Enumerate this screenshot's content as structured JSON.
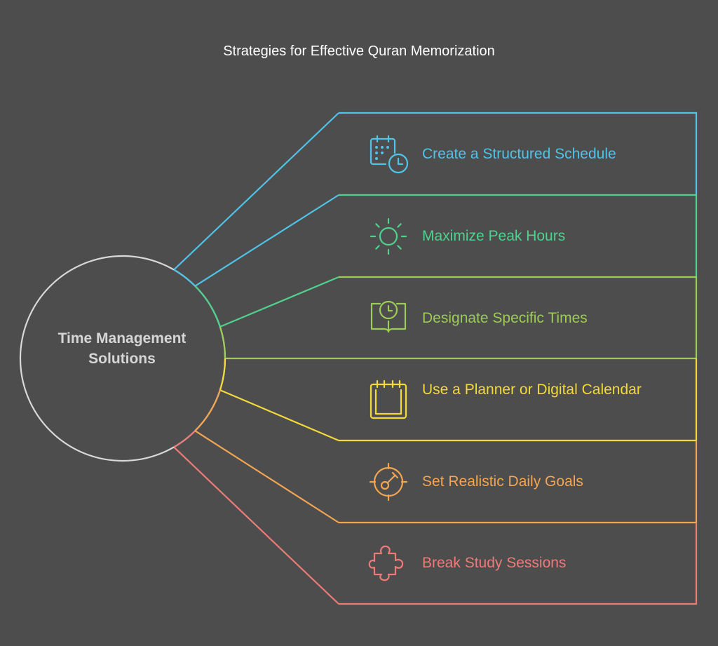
{
  "title": "Strategies for Effective Quran Memorization",
  "hub": {
    "label": "Time Management Solutions",
    "line_color": "#d9d9d9"
  },
  "strategies": [
    {
      "label": "Create a Structured Schedule",
      "icon": "calendar-clock-icon",
      "color": "#4fc3e8"
    },
    {
      "label": "Maximize Peak Hours",
      "icon": "sun-icon",
      "color": "#4fd18f"
    },
    {
      "label": "Designate Specific Times",
      "icon": "book-clock-icon",
      "color": "#9ccc55"
    },
    {
      "label": "Use a Planner or Digital Calendar",
      "icon": "planner-icon",
      "color": "#f4d93a"
    },
    {
      "label": "Set Realistic Daily Goals",
      "icon": "target-icon",
      "color": "#f4a552"
    },
    {
      "label": "Break Study Sessions",
      "icon": "puzzle-icon",
      "color": "#ee7b78"
    }
  ]
}
